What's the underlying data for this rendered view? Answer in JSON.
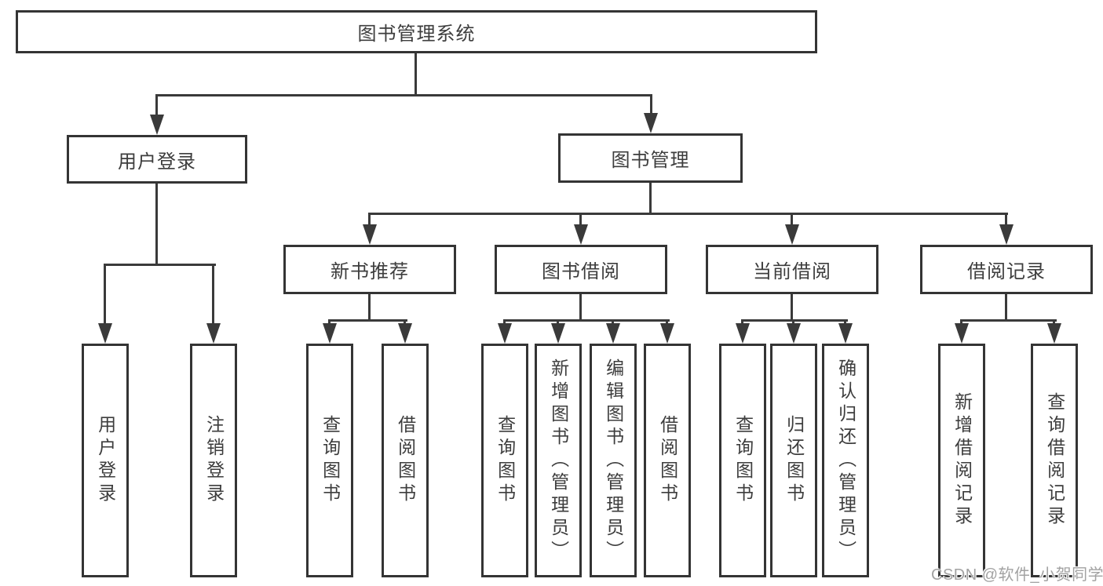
{
  "colors": {
    "background": "#ffffff",
    "box_border": "#343434",
    "connector_line": "#3a3a3a",
    "text": "#3d3d3d",
    "watermark": "#a2a2a2"
  },
  "watermark": {
    "text": "CSDN @软件_小贺同学"
  },
  "diagram": {
    "title": "图书管理系统",
    "branches": [
      {
        "label": "用户登录",
        "children": [
          {
            "label": "用户登录"
          },
          {
            "label": "注销登录"
          }
        ]
      },
      {
        "label": "图书管理",
        "children": [
          {
            "label": "新书推荐",
            "children": [
              {
                "label": "查询图书"
              },
              {
                "label": "借阅图书"
              }
            ]
          },
          {
            "label": "图书借阅",
            "children": [
              {
                "label": "查询图书"
              },
              {
                "label": "新增图书（管理员）"
              },
              {
                "label": "编辑图书（管理员）"
              },
              {
                "label": "借阅图书"
              }
            ]
          },
          {
            "label": "当前借阅",
            "children": [
              {
                "label": "查询图书"
              },
              {
                "label": "归还图书"
              },
              {
                "label": "确认归还（管理员）"
              }
            ]
          },
          {
            "label": "借阅记录",
            "children": [
              {
                "label": "新增借阅记录"
              },
              {
                "label": "查询借阅记录"
              }
            ]
          }
        ]
      }
    ]
  }
}
